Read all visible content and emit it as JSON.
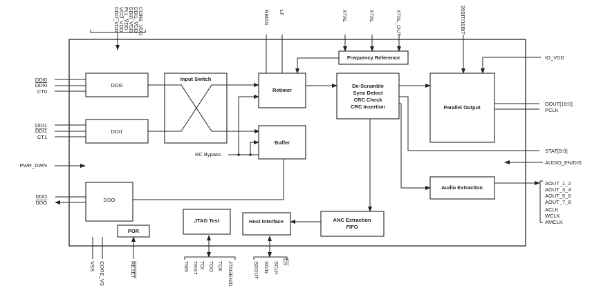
{
  "blocks": {
    "ddi0": "DDI0",
    "ddi1": "DDI1",
    "input_switch": "Input Switch",
    "retimer": "Retimer",
    "buffer": "Buffer",
    "descramble": [
      "De-Scramble",
      "Sync Detect",
      "CRC Check",
      "CRC Insertion"
    ],
    "freq_ref": "Frequency Reference",
    "parallel_output": "Parallel Output",
    "audio_extraction": "Audio Extraction",
    "ddo": "DDO",
    "anc": [
      "ANC Extraction",
      "FIFO"
    ],
    "host_interface": "Host Interface",
    "jtag": "JTAG Test",
    "por": "POR"
  },
  "pins": {
    "power": [
      "CORE_VDD",
      "DDI1_VDD",
      "DDI0_VDD",
      "PLL_VDD",
      "VCO_VDD",
      "DDO_VDD"
    ],
    "rbias": "RBIAS",
    "lf": "LF",
    "xtal_n": "XTAL",
    "xtal": "XTAL",
    "xtal_out": "XTAL_OUT",
    "bitmode": "20BIT/10BIT",
    "io_vdd": "IO_VDD",
    "ddi0_p": "DDI0",
    "ddi0_n": "DDI0",
    "ct0": "CT0",
    "ddi1_p": "DDI1",
    "ddi1_n": "DDI1",
    "ct1": "CT1",
    "pwr_dwn": "PWR_DWN",
    "ddo_p": "DDO",
    "ddo_n": "DDO",
    "rc_bypass": "RC Bypass",
    "dout": "DOUT[19:0]",
    "pclk": "PCLK",
    "stat": "STAT[5:0]",
    "audio_en": "AUDIO_EN/DIS",
    "audio_out": [
      "AOUT_1_2",
      "AOUT_3_4",
      "AOUT_5_6",
      "AOUT_7_8"
    ],
    "audio_clk": [
      "ACLK",
      "WCLK",
      "AMCLK"
    ],
    "vss": "VSS",
    "core_vss": "CORE_VSS",
    "reset": "RESET",
    "jtag_pins": [
      "TMS",
      "TRST",
      "TDI",
      "TDO",
      "TCK",
      "JTAGEN/DIS"
    ],
    "host_pins": [
      "SDOUT",
      "SDIN",
      "SCLK",
      "CS"
    ]
  }
}
